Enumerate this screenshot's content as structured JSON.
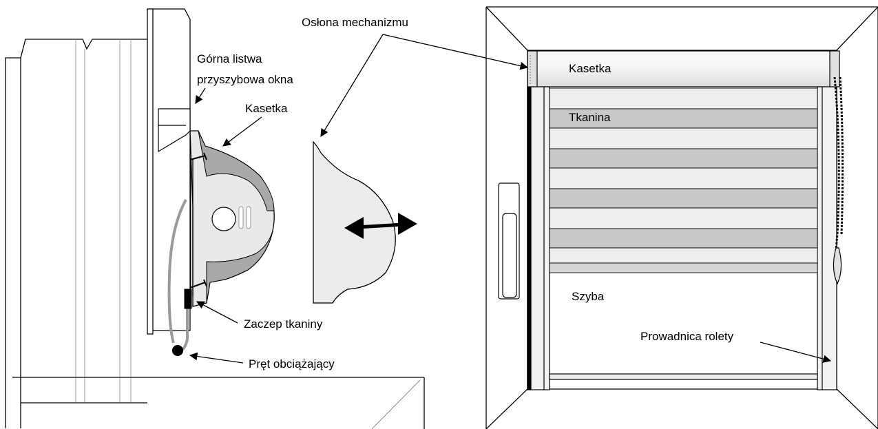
{
  "labels": {
    "oslona_mechanizmu": "Osłona mechanizmu",
    "gorna_listwa_line1": "Górna listwa",
    "gorna_listwa_line2": "przyszybowa okna",
    "kasetka_side": "Kasetka",
    "zaczep_tkaniny": "Zaczep tkaniny",
    "pret_obciazajacy": "Pręt obciążający",
    "kasetka_front": "Kasetka",
    "tkanina": "Tkanina",
    "szyba": "Szyba",
    "prowadnica_rolety": "Prowadnica rolety"
  },
  "colors": {
    "line": "#000000",
    "shade_dark": "#c8c8c8",
    "shade_light": "#eeeeee",
    "cassette": "#f2f2f2",
    "cover": "#ececec",
    "bracket": "#a9a9a9",
    "weight_bar": "#9a9a9a"
  },
  "icons": {
    "double_arrow": "double-headed-arrow-icon",
    "pointer_arrow": "pointer-arrow-icon"
  }
}
